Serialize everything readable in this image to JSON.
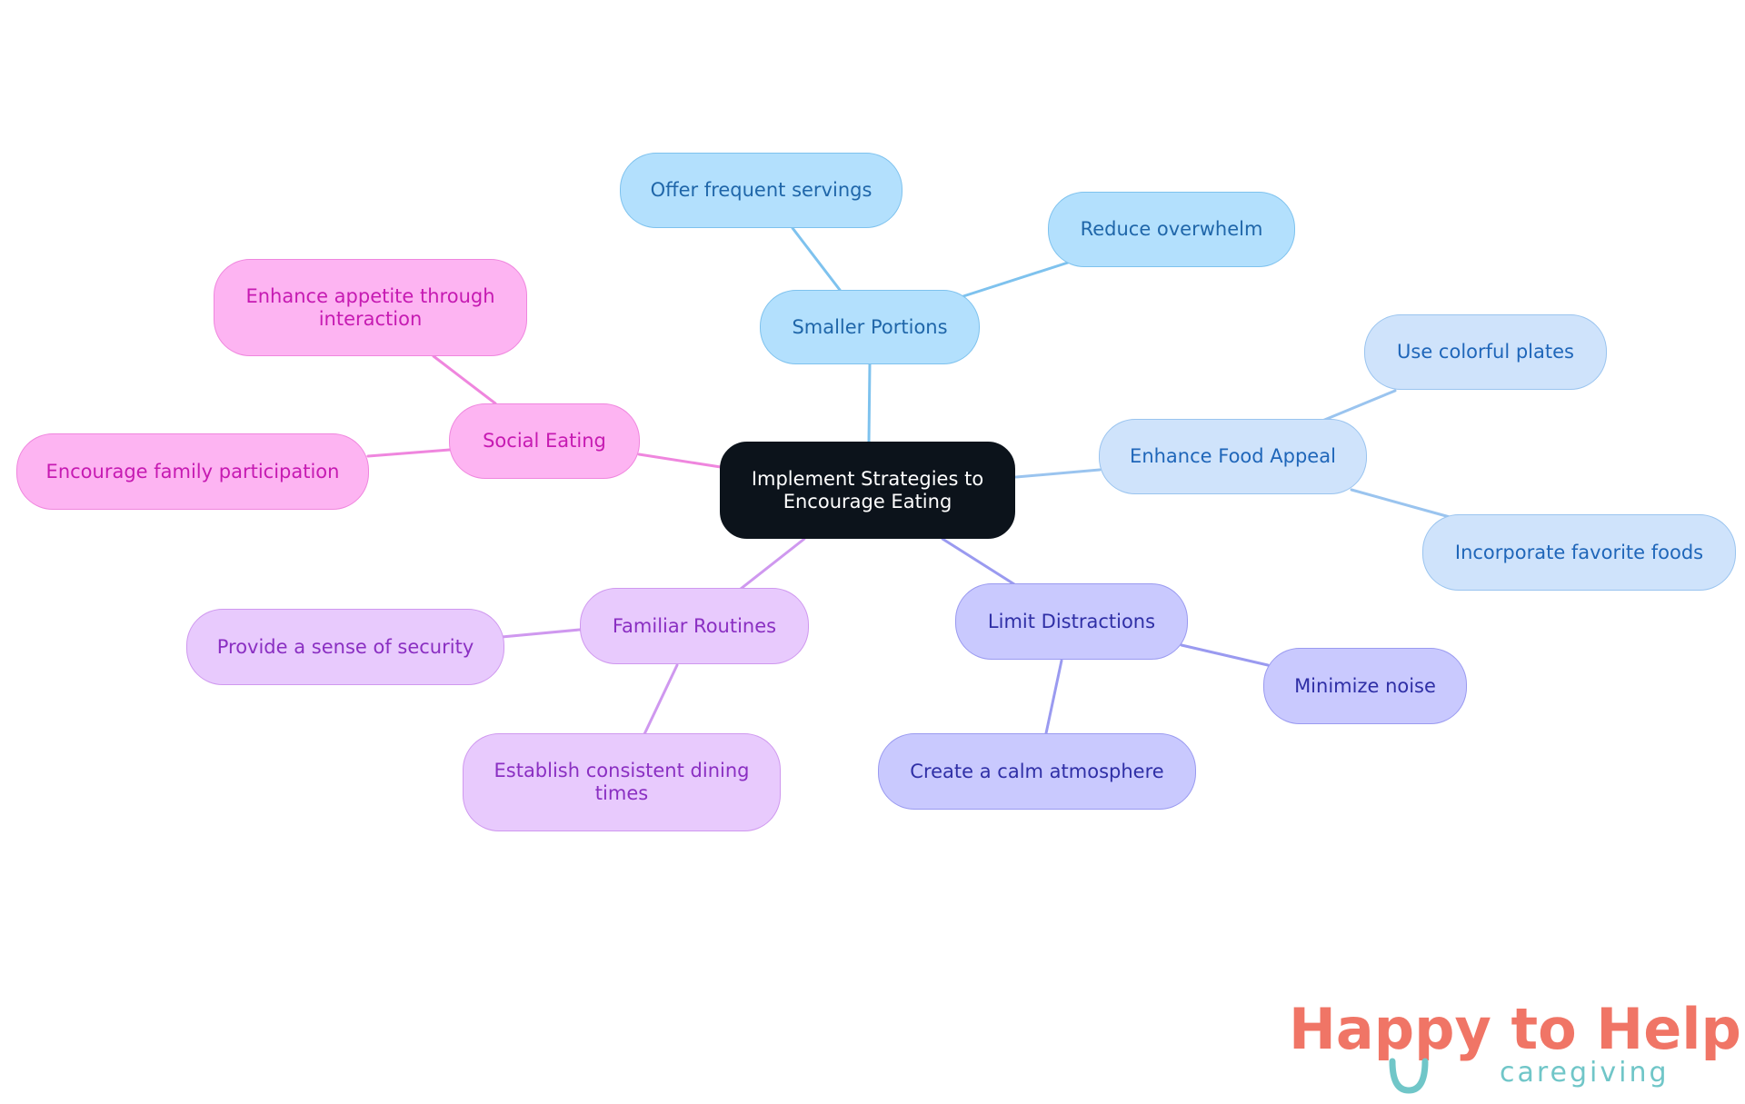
{
  "diagram": {
    "root": {
      "label": "Implement Strategies to Encourage Eating"
    },
    "branches": [
      {
        "id": "smaller",
        "label": "Smaller Portions",
        "color": "#7ec2ee",
        "children": [
          {
            "label": "Offer frequent servings"
          },
          {
            "label": "Reduce overwhelm"
          }
        ]
      },
      {
        "id": "appeal",
        "label": "Enhance Food Appeal",
        "color": "#9ac4ef",
        "children": [
          {
            "label": "Use colorful plates"
          },
          {
            "label": "Incorporate favorite foods"
          }
        ]
      },
      {
        "id": "distractions",
        "label": "Limit Distractions",
        "color": "#9a9af0",
        "children": [
          {
            "label": "Minimize noise"
          },
          {
            "label": "Create a calm atmosphere"
          }
        ]
      },
      {
        "id": "routines",
        "label": "Familiar Routines",
        "color": "#cf98ef",
        "children": [
          {
            "label": "Provide a sense of security"
          },
          {
            "label": "Establish consistent dining times"
          }
        ]
      },
      {
        "id": "social",
        "label": "Social Eating",
        "color": "#ef86de",
        "children": [
          {
            "label": "Enhance appetite through interaction"
          },
          {
            "label": "Encourage family participation"
          }
        ]
      }
    ]
  },
  "logo": {
    "name": "Happy to Help",
    "tagline": "caregiving",
    "colors": {
      "primary": "#f07566",
      "secondary": "#70c6c8"
    }
  }
}
